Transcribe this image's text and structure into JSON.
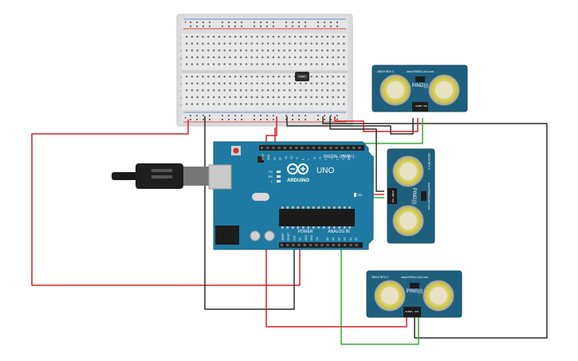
{
  "arduino": {
    "brand_text": "ARDUINO",
    "model_text": "UNO",
    "digital_header": "DIGITAL (PWM~)",
    "analog_header": "ANALOG IN",
    "power_header": "POWER",
    "tx_label": "TX",
    "rx_label": "RX",
    "l_label": "L",
    "on_label": "ON",
    "digital_pin_labels": [
      "AREF",
      "GND",
      "13",
      "12",
      "~11",
      "~10",
      "~9",
      "8",
      "7",
      "~6",
      "~5",
      "4",
      "~3",
      "2",
      "TX 1",
      "RX 0"
    ],
    "power_pin_labels": [
      "IOREF",
      "RESET",
      "3.3V",
      "5V",
      "GND",
      "GND",
      "Vin"
    ],
    "analog_pin_labels": [
      "A0",
      "A1",
      "A2",
      "A3",
      "A4",
      "A5"
    ]
  },
  "sensors": [
    {
      "id": "sensor-top-right",
      "model_label": "PING)))",
      "site_label": "www.PARALLAX.com",
      "part_label": "28015 REV C"
    },
    {
      "id": "sensor-middle-right",
      "model_label": "PING)))",
      "site_label": "www.PARALLAX.com",
      "part_label": "28015 REV C"
    },
    {
      "id": "sensor-bottom",
      "model_label": "PING)))",
      "site_label": "www.PARALLAX.com",
      "part_label": "28015 REV C"
    }
  ],
  "sensor_pin_labels": [
    "GND",
    "5V",
    "SIG"
  ],
  "breadboard": {
    "row_letters_top": [
      "j",
      "i",
      "h",
      "g",
      "f"
    ],
    "row_letters_bottom": [
      "e",
      "d",
      "c",
      "b",
      "a"
    ],
    "piezo_label": "TMP"
  },
  "wire_colors": {
    "red": "#d32027",
    "black": "#2b2b2b",
    "green": "#3aa83a"
  }
}
